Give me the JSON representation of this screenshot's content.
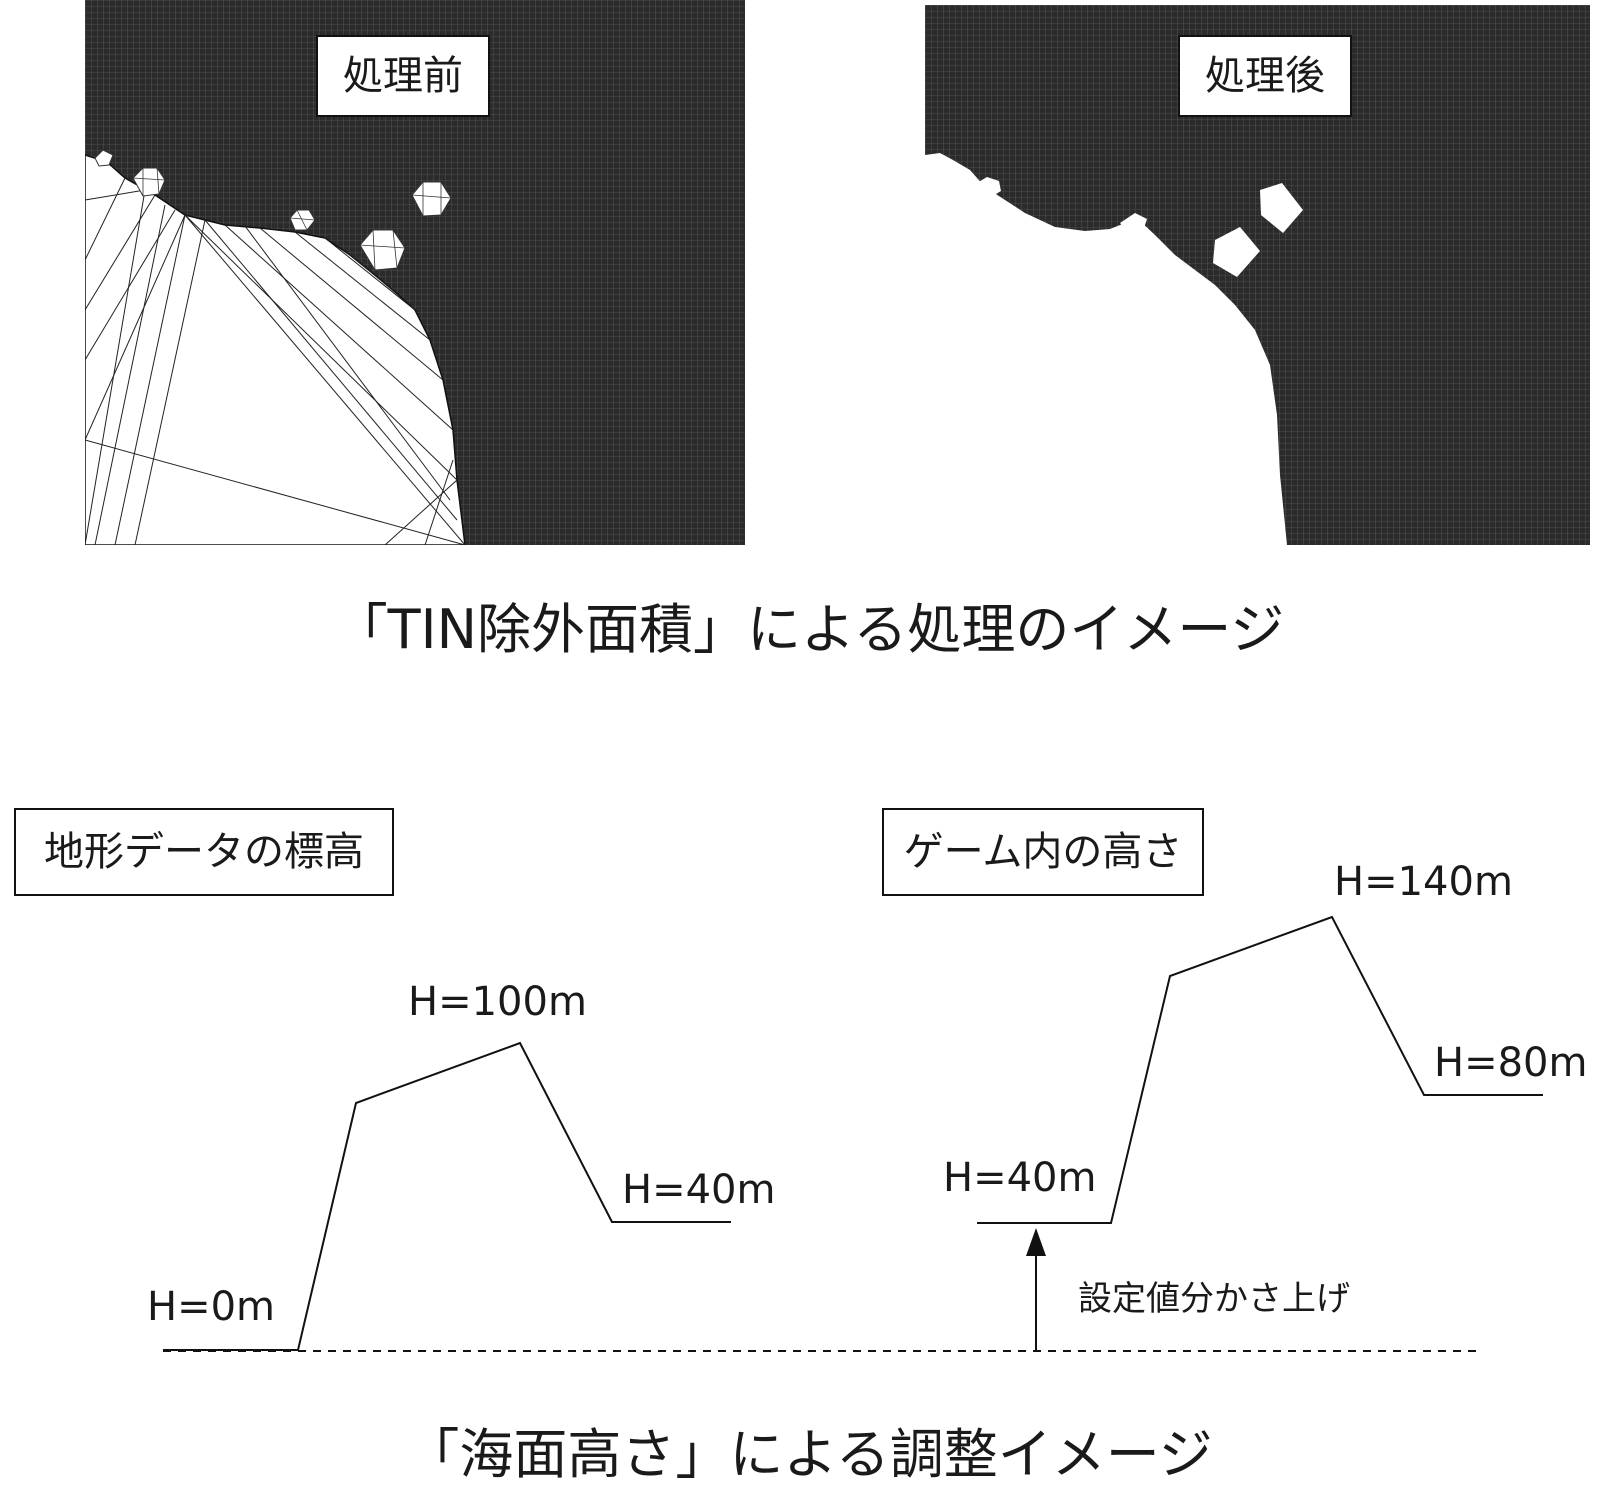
{
  "section1": {
    "before_label": "処理前",
    "after_label": "処理後",
    "caption": "「TIN除外面積」による処理のイメージ"
  },
  "section2": {
    "terrain_label": "地形データの標高",
    "game_label": "ゲーム内の高さ",
    "caption": "「海面高さ」による調整イメージ",
    "raise_note": "設定値分かさ上げ",
    "left_profile": {
      "h0": "H=0m",
      "h100": "H=100m",
      "h40": "H=40m"
    },
    "right_profile": {
      "h40": "H=40m",
      "h140": "H=140m",
      "h80": "H=80m"
    }
  },
  "colors": {
    "mesh_dark": "#2b2b2b",
    "line": "#111111"
  }
}
